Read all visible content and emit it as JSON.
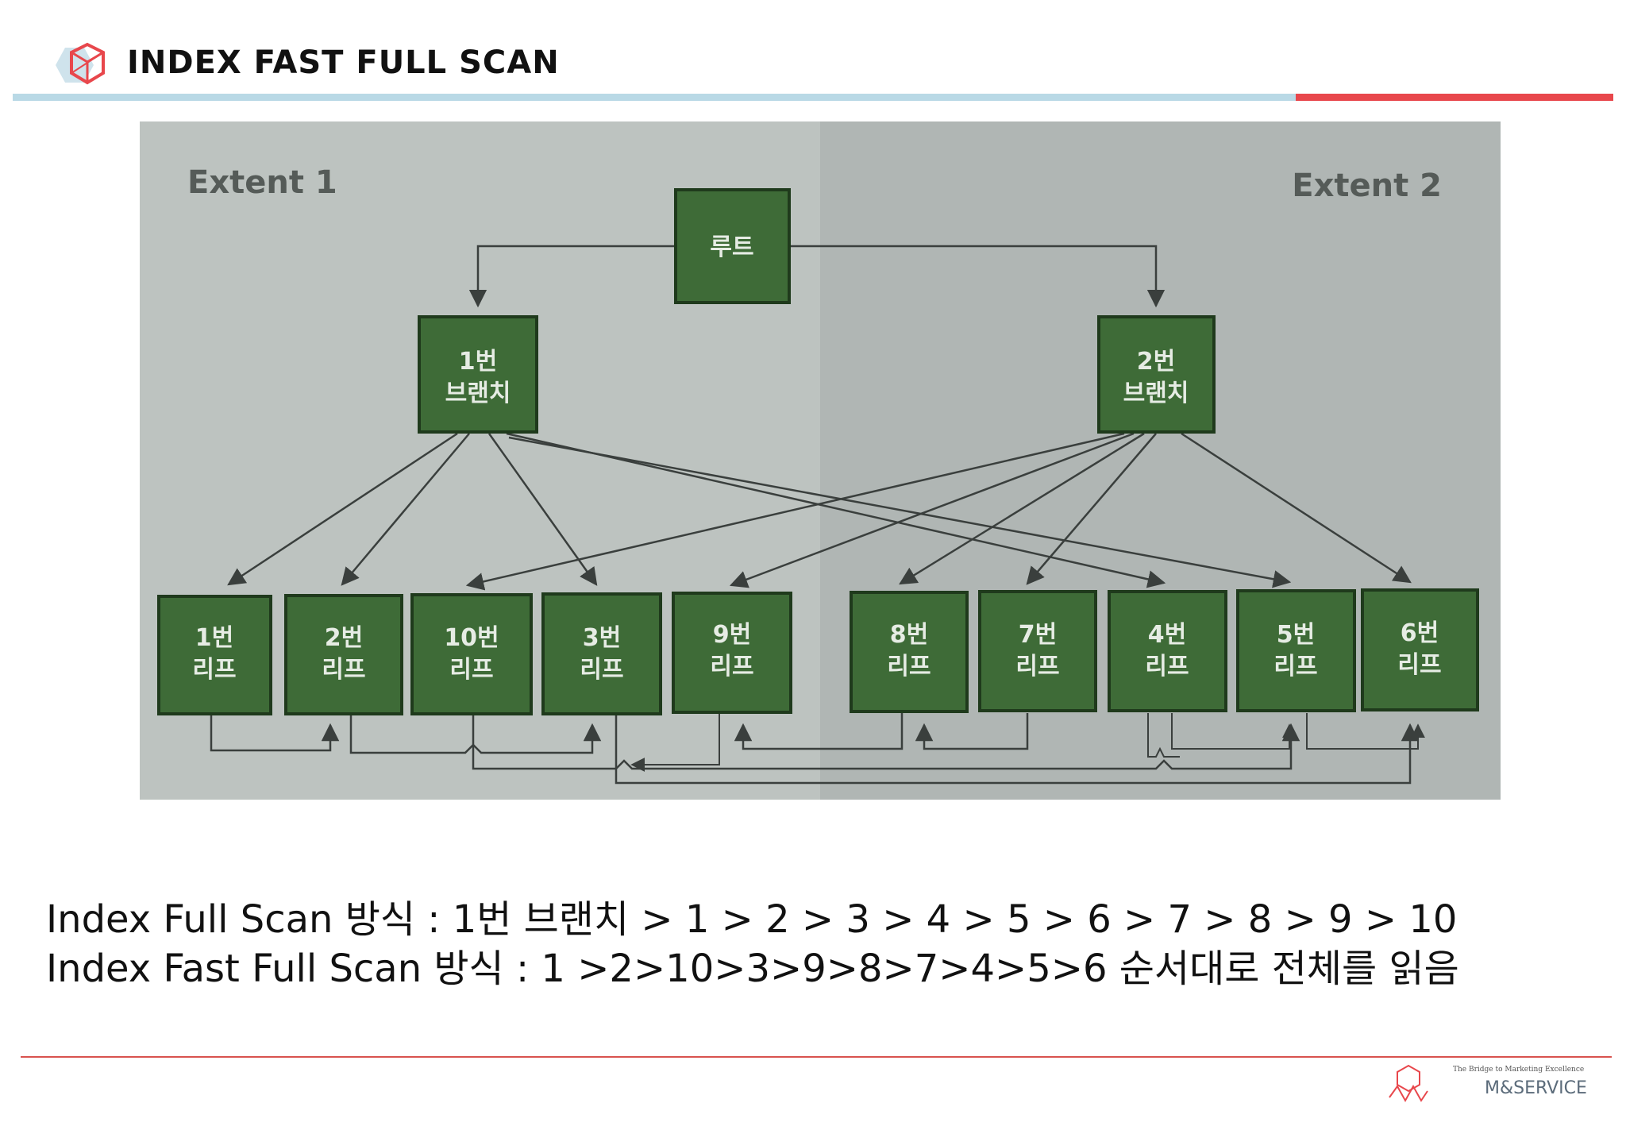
{
  "header": {
    "title": "INDEX FAST FULL SCAN",
    "logo_icon": "hexagon-cube-icon",
    "colors": {
      "rule_blue": "#b9d9e6",
      "rule_red": "#e8474c"
    }
  },
  "diagram": {
    "extents": [
      "Extent 1",
      "Extent 2"
    ],
    "root": {
      "label": "루트"
    },
    "branches": [
      {
        "id": "b1",
        "line1": "1번",
        "line2": "브랜치",
        "extent": 1
      },
      {
        "id": "b2",
        "line1": "2번",
        "line2": "브랜치",
        "extent": 2
      }
    ],
    "leaves": [
      {
        "num": 1,
        "line1": "1번",
        "line2": "리프",
        "branch": "b1",
        "extent": 1
      },
      {
        "num": 2,
        "line1": "2번",
        "line2": "리프",
        "branch": "b1",
        "extent": 1
      },
      {
        "num": 10,
        "line1": "10번",
        "line2": "리프",
        "branch": "b2",
        "extent": 1
      },
      {
        "num": 3,
        "line1": "3번",
        "line2": "리프",
        "branch": "b1",
        "extent": 1
      },
      {
        "num": 9,
        "line1": "9번",
        "line2": "리프",
        "branch": "b2",
        "extent": 1
      },
      {
        "num": 8,
        "line1": "8번",
        "line2": "리프",
        "branch": "b2",
        "extent": 2
      },
      {
        "num": 7,
        "line1": "7번",
        "line2": "리프",
        "branch": "b2",
        "extent": 2
      },
      {
        "num": 4,
        "line1": "4번",
        "line2": "리프",
        "branch": "b1",
        "extent": 2
      },
      {
        "num": 5,
        "line1": "5번",
        "line2": "리프",
        "branch": "b1",
        "extent": 2
      },
      {
        "num": 6,
        "line1": "6번",
        "line2": "리프",
        "branch": "b2",
        "extent": 2
      }
    ],
    "colors": {
      "node_fill": "#3e6b37",
      "node_border": "#1f3a1c",
      "extent1_bg": "#bdc3c0",
      "extent2_bg": "#b0b6b4",
      "line": "#3a3f3d"
    }
  },
  "captions": {
    "line1": "Index Full Scan 방식 : 1번 브랜치 > 1 > 2 > 3 > 4 > 5 > 6 > 7 > 8 > 9 > 10",
    "line2": "Index Fast Full Scan 방식 : 1 >2>10>3>9>8>7>4>5>6 순서대로 전체를 읽음"
  },
  "footer": {
    "tagline": "The Bridge to Marketing Excellence",
    "brand": "M&SERVICE",
    "logo_icon": "mns-logo-icon"
  }
}
